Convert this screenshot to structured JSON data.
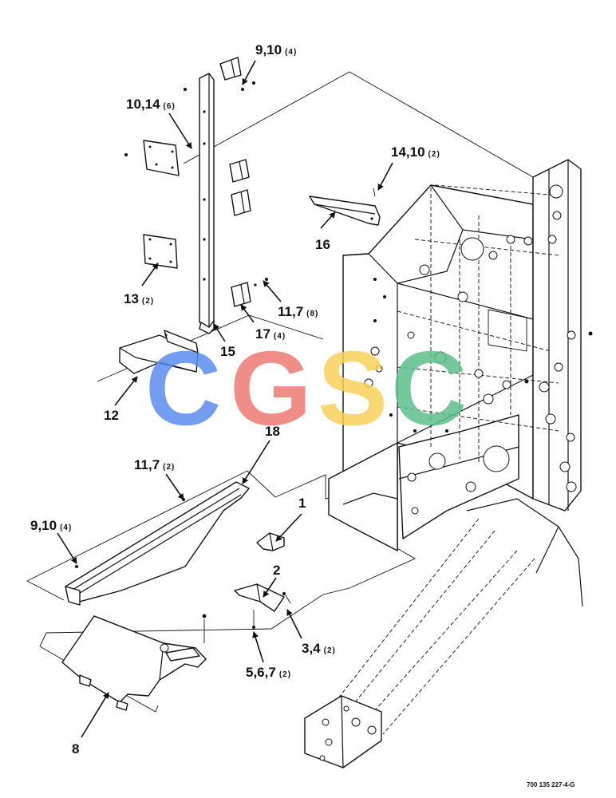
{
  "callouts": [
    {
      "id": "c-9-10-top",
      "label": "9,10",
      "qty": "(4)"
    },
    {
      "id": "c-10-14",
      "label": "10,14",
      "qty": "(6)"
    },
    {
      "id": "c-14-10",
      "label": "14,10",
      "qty": "(2)"
    },
    {
      "id": "c-16",
      "label": "16",
      "qty": ""
    },
    {
      "id": "c-13",
      "label": "13",
      "qty": "(2)"
    },
    {
      "id": "c-11-7-top",
      "label": "11,7",
      "qty": "(8)"
    },
    {
      "id": "c-17",
      "label": "17",
      "qty": "(4)"
    },
    {
      "id": "c-15",
      "label": "15",
      "qty": ""
    },
    {
      "id": "c-12",
      "label": "12",
      "qty": ""
    },
    {
      "id": "c-18",
      "label": "18",
      "qty": "",
      "color": "#e0301e"
    },
    {
      "id": "c-11-7-bottom",
      "label": "11,7",
      "qty": "(2)"
    },
    {
      "id": "c-1",
      "label": "1",
      "qty": ""
    },
    {
      "id": "c-9-10-bottom",
      "label": "9,10",
      "qty": "(4)"
    },
    {
      "id": "c-2",
      "label": "2",
      "qty": ""
    },
    {
      "id": "c-3-4",
      "label": "3,4",
      "qty": "(2)"
    },
    {
      "id": "c-5-6-7",
      "label": "5,6,7",
      "qty": "(2)"
    },
    {
      "id": "c-8",
      "label": "8",
      "qty": ""
    }
  ],
  "figure_id": "700 135 227-4-G",
  "watermark": {
    "letters": [
      {
        "char": "C",
        "color": "#5b8def"
      },
      {
        "char": "G",
        "color": "#ee7a72"
      },
      {
        "char": "S",
        "color": "#f8d15a"
      },
      {
        "char": "C",
        "color": "#5dbf8a"
      }
    ]
  }
}
